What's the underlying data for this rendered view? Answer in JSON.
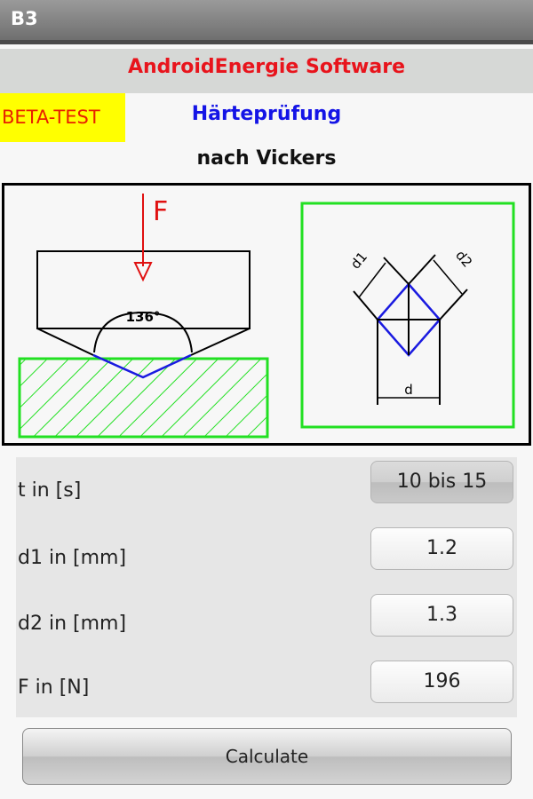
{
  "window": {
    "title": "B3"
  },
  "header": {
    "brand": "AndroidEnergie Software",
    "beta": "BETA-TEST",
    "title": "Härteprüfung",
    "subtitle": "nach Vickers"
  },
  "diagram": {
    "force_label": "F",
    "angle_label": "136°",
    "d1_label": "d1",
    "d2_label": "d2",
    "d_label": "d"
  },
  "form": {
    "rows": [
      {
        "label": "t in [s]",
        "value": "10 bis 15"
      },
      {
        "label": "d1 in [mm]",
        "value": "1.2"
      },
      {
        "label": "d2 in [mm]",
        "value": "1.3"
      },
      {
        "label": "F in [N]",
        "value": "196"
      }
    ],
    "calculate_label": "Calculate"
  }
}
